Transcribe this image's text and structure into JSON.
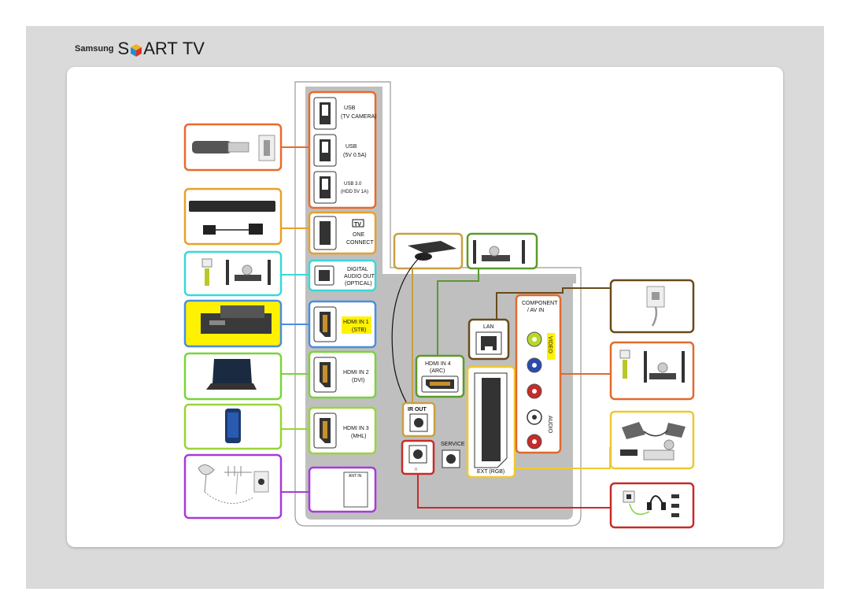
{
  "brand": {
    "maker": "Samsung",
    "product_left": "S",
    "product_right": "ART",
    "product_suffix": "TV"
  },
  "ports": {
    "usb1": {
      "line1": "USB",
      "line2": "(TV CAMERA)"
    },
    "usb2": {
      "line1": "USB",
      "line2": "(5V 0.5A)"
    },
    "usb3": {
      "line1": "USB 3.0",
      "line2": "(HDD 5V 1A)"
    },
    "one_connect": {
      "line1": "TV",
      "line2": "ONE",
      "line3": "CONNECT"
    },
    "optical": {
      "line1": "DIGITAL",
      "line2": "AUDIO OUT",
      "line3": "(OPTICAL)"
    },
    "hdmi1": {
      "line1": "HDMI IN 1",
      "line2": "(STB)"
    },
    "hdmi2": {
      "line1": "HDMI IN 2",
      "line2": "(DVI)"
    },
    "hdmi3": {
      "line1": "HDMI IN 3",
      "line2": "(MHL)"
    },
    "ant": {
      "label": "ANT IN"
    },
    "hdmi4": {
      "line1": "HDMI IN 4",
      "line2": "(ARC)"
    },
    "ir_out": {
      "label": "IR OUT"
    },
    "service": {
      "label": "SERVICE"
    },
    "lan": {
      "label": "LAN"
    },
    "component": {
      "line1": "COMPONENT",
      "line2": "/ AV IN",
      "video": "VIDEO",
      "audio": "AUDIO"
    },
    "ext": {
      "label": "EXT (RGB)"
    }
  },
  "colors": {
    "usb": "#e86a2c",
    "one_connect": "#e8a02c",
    "optical": "#3ad8d8",
    "hdmi1": "#4a8ee0",
    "hdmi1_fill": "#fff200",
    "hdmi2": "#7ad43a",
    "hdmi3": "#9ad43a",
    "ant": "#a83ad8",
    "ir": "#c8a040",
    "hdmi4": "#5a9a2a",
    "lan": "#6a4a1a",
    "component": "#e06a2c",
    "ext": "#f0c830",
    "headphone": "#c82a2a",
    "panel": "#bfbfbf"
  },
  "icons": [
    "usb-stick-icon",
    "one-connect-box-icon",
    "soundbar-icon",
    "set-top-box-icon",
    "laptop-icon",
    "smartphone-icon",
    "antenna-icon",
    "ir-blaster-icon",
    "home-theater-icon",
    "wall-outlet-icon",
    "dvd-icon",
    "headphones-icon"
  ]
}
